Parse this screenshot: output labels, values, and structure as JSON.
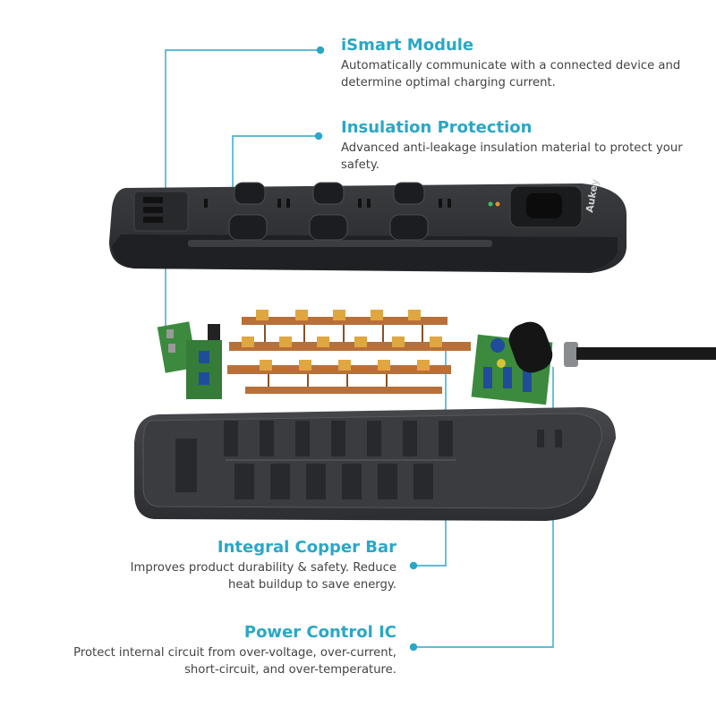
{
  "callouts": {
    "ismart": {
      "title": "iSmart Module",
      "text": "Automatically communicate with a connected device and determine optimal charging current."
    },
    "insulation": {
      "title": "Insulation Protection",
      "text": "Advanced anti-leakage insulation material to protect your safety."
    },
    "copper": {
      "title": "Integral Copper Bar",
      "text": "Improves product durability & safety. Reduce heat buildup to save energy."
    },
    "power_ic": {
      "title": "Power Control IC",
      "text": "Protect internal circuit from over-voltage, over-current, short-circuit, and over-temperature."
    }
  },
  "product": {
    "brand": "Aukey"
  },
  "colors": {
    "accent": "#2aa7c7",
    "housing": "#2f3135",
    "copper": "#b8703a",
    "pcb": "#3c8a3e"
  }
}
